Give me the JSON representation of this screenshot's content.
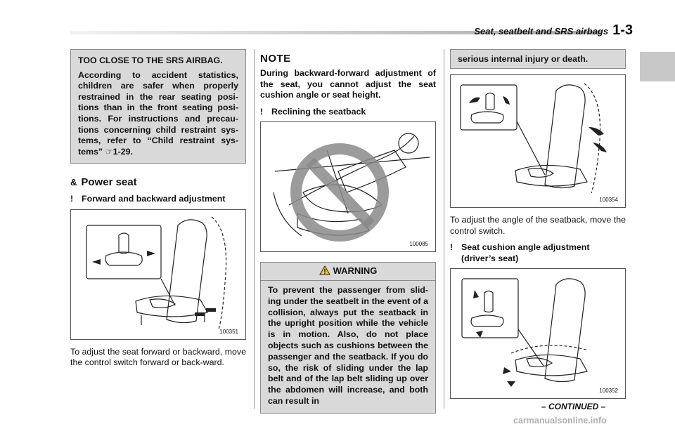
{
  "header": {
    "section": "Seat, seatbelt and SRS airbags",
    "page": "1-3"
  },
  "col1": {
    "box_p1": "TOO CLOSE TO THE SRS AIRBAG.",
    "box_p2": "According to accident statistics, children are safer when properly restrained in the rear seating posi-tions than in the front seating posi-tions. For instructions and precau-tions concerning child restraint sys-tems, refer to “Child restraint sys-tems” ☞1-29.",
    "section_mark": "&",
    "section_title": "Power seat",
    "sub_mark": "!",
    "sub_title": "Forward and backward adjustment",
    "fig_code": "100351",
    "body": "To adjust the seat forward or backward, move the control switch forward or back-ward."
  },
  "col2": {
    "note_title": "NOTE",
    "note_text": "During backward-forward adjustment of the seat, you cannot adjust the seat cushion angle or seat height.",
    "sub_mark": "!",
    "sub_title": "Reclining the seatback",
    "fig_code": "100085",
    "warning_title": "WARNING",
    "warning_text": "To prevent the passenger from slid-ing under the seatbelt in the event of a collision, always put the seatback in the upright position while the vehicle is in motion. Also, do not place objects such as cushions between the passenger and the seatback. If you do so, the risk of sliding under the lap belt and of the lap belt sliding up over the abdomen will increase, and both can result in"
  },
  "col3": {
    "cont_text": "serious internal injury or death.",
    "fig1_code": "100354",
    "body": "To adjust the angle of the seatback, move the control switch.",
    "sub_mark": "!",
    "sub_title": "Seat cushion angle adjustment (driver’s seat)",
    "fig2_code": "100352"
  },
  "footer": {
    "continued": "– CONTINUED –",
    "watermark": "carmanualsonline.info"
  },
  "icons": {
    "warning": "warning-triangle-icon",
    "prohibition": "prohibition-icon"
  },
  "colors": {
    "box_bg": "#d9d9d9",
    "side_tab": "#c8c8c8"
  }
}
